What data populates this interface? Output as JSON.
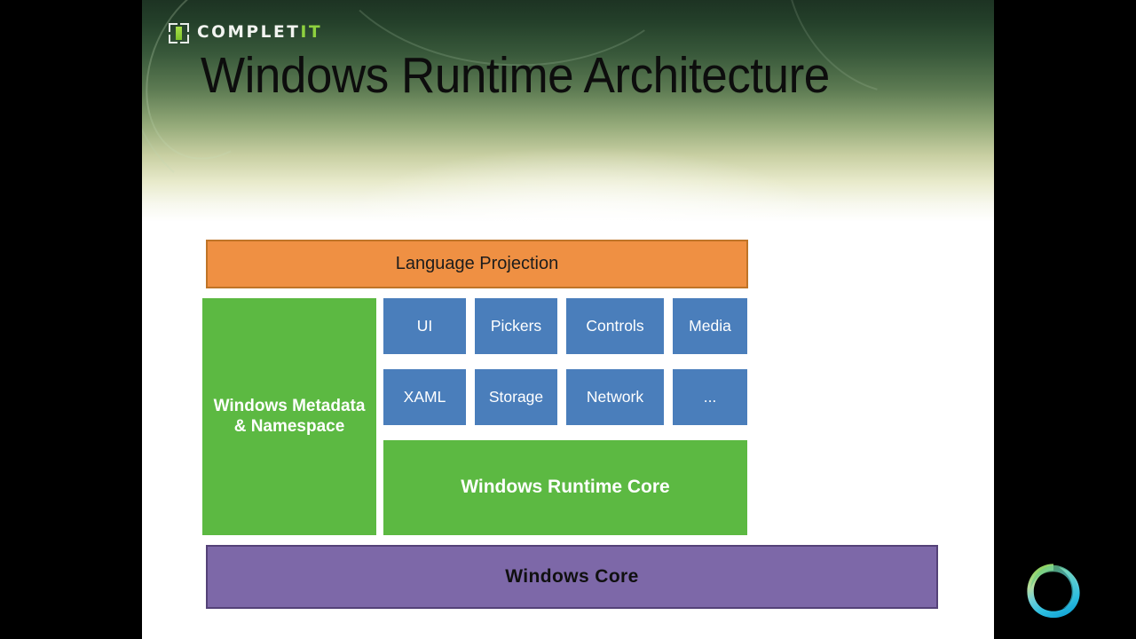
{
  "slide": {
    "brand": {
      "mark_icon": "bracket-frame-green-bar-icon",
      "name_part1": "COMPLET",
      "name_part2": "IT"
    },
    "title": "Windows Runtime Architecture"
  },
  "diagram": {
    "language_projection": {
      "label": "Language Projection",
      "fill": "#ef9043",
      "stroke": "#bf7427"
    },
    "metadata": {
      "label": "Windows Metadata & Namespace",
      "fill": "#5cb942"
    },
    "api_cells": [
      {
        "label": "UI"
      },
      {
        "label": "Pickers"
      },
      {
        "label": "Controls"
      },
      {
        "label": "Media"
      },
      {
        "label": "XAML"
      },
      {
        "label": "Storage"
      },
      {
        "label": "Network"
      },
      {
        "label": "..."
      }
    ],
    "api_cell_fill": "#4a7ebb",
    "runtime_core": {
      "label": "Windows Runtime Core",
      "fill": "#5cb942"
    },
    "windows_core": {
      "label": "Windows  Core",
      "fill": "#7d68a8",
      "stroke": "#544278"
    }
  },
  "watermark": {
    "icon": "ring-swirl-logo-icon"
  }
}
